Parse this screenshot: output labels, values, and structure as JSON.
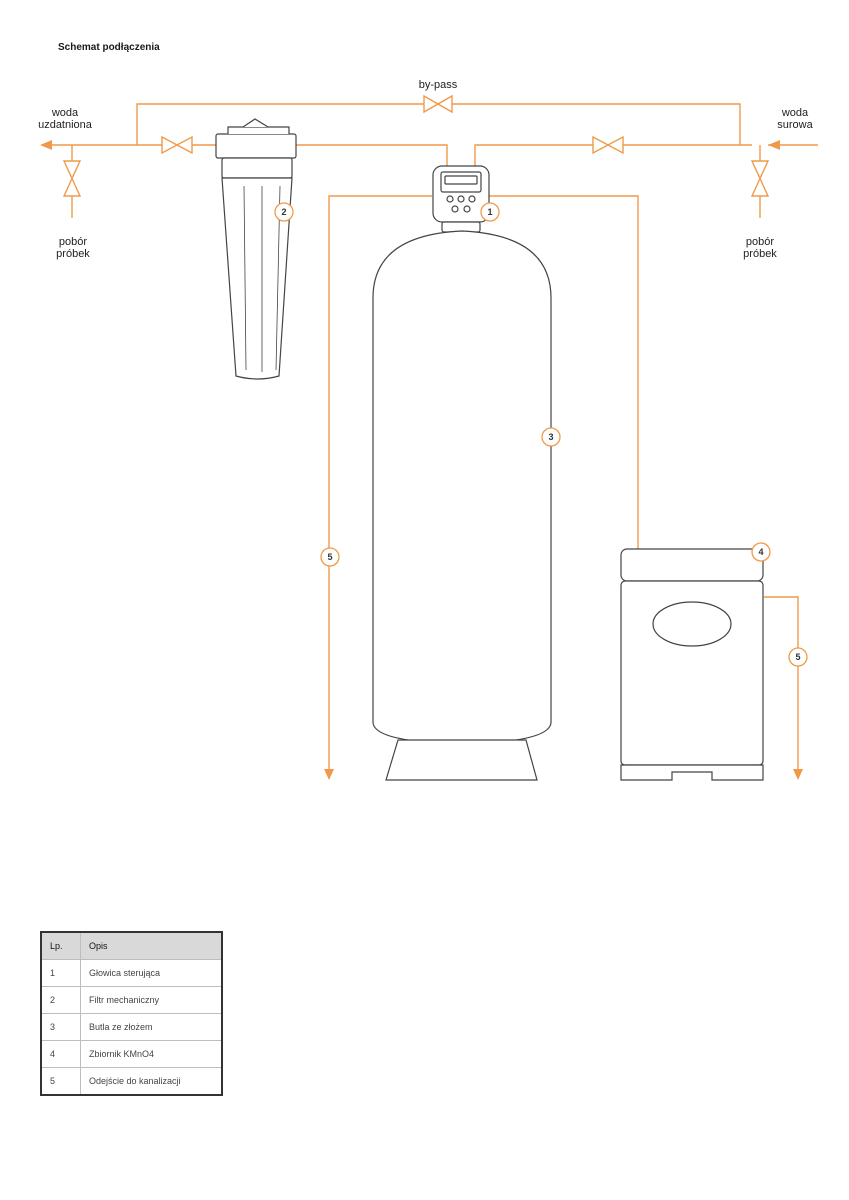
{
  "title": "Schemat podłączenia",
  "labels": {
    "bypass": "by-pass",
    "treated_water": [
      "woda",
      "uzdatniona"
    ],
    "raw_water": [
      "woda",
      "surowa"
    ],
    "sampling_left": [
      "pobór",
      "próbek"
    ],
    "sampling_right": [
      "pobór",
      "próbek"
    ]
  },
  "markers": [
    "1",
    "2",
    "3",
    "4",
    "5",
    "5"
  ],
  "colors": {
    "pipe": "#ef9a4a",
    "outline": "#444444",
    "header_bg": "#d9d9d9"
  },
  "legend": {
    "headers": [
      "Lp.",
      "Opis"
    ],
    "rows": [
      [
        "1",
        "Głowica sterująca"
      ],
      [
        "2",
        "Filtr mechaniczny"
      ],
      [
        "3",
        "Butla ze złożem"
      ],
      [
        "4",
        "Zbiornik KMnO4"
      ],
      [
        "5",
        "Odejście do kanalizacji"
      ]
    ]
  }
}
